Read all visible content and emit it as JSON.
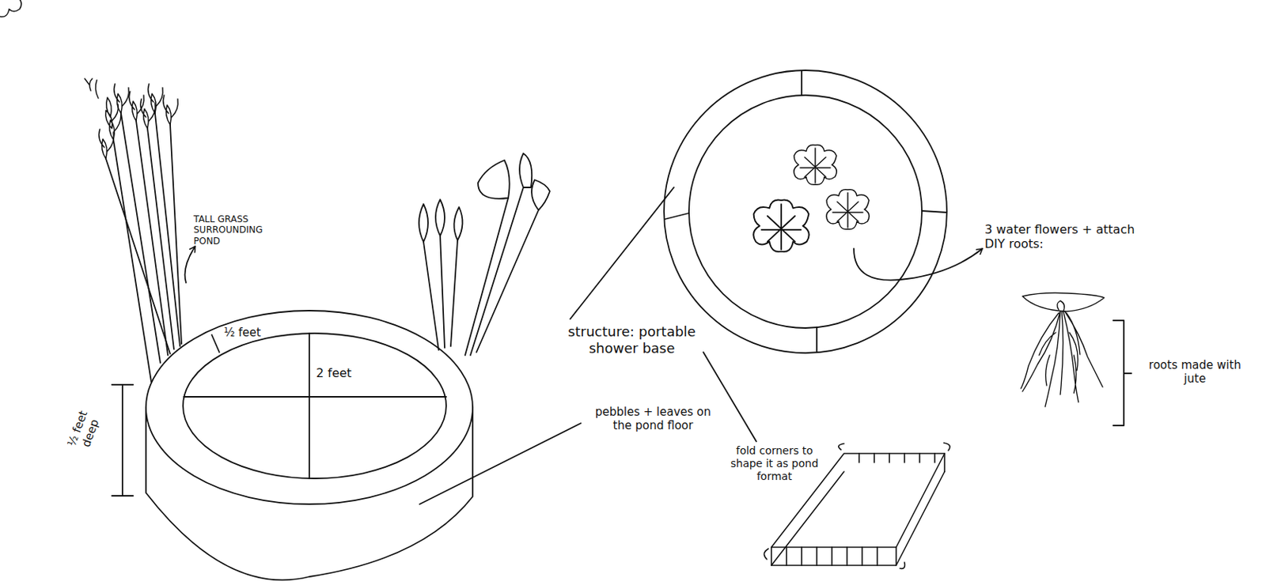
{
  "diagram": {
    "labels": [
      "TALL GRASS SURROUNDING POND",
      "½ feet",
      "2 feet",
      "½ feet deep",
      "pebbles + leaves on the pond floor",
      "structure: portable shower base",
      "fold corners to shape it as pond format",
      "3 water flowers + attach DIY roots:",
      "roots made with jute"
    ]
  }
}
